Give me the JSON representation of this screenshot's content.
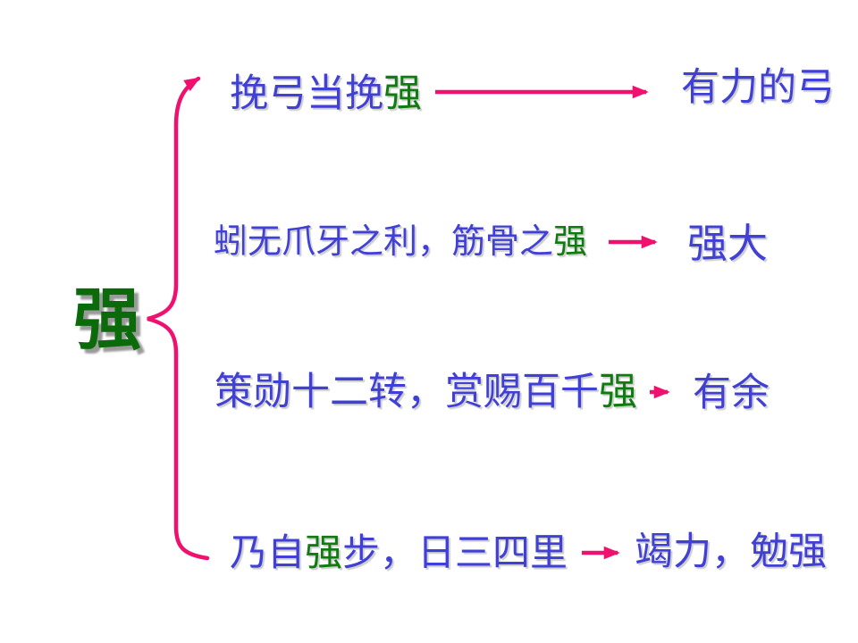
{
  "slide": {
    "background_color": "#FFFFFF",
    "type": "brace-map"
  },
  "root_character": {
    "text": "强",
    "color": "#0B6B0B",
    "shadow_color": "#9A9A9A"
  },
  "colors": {
    "phrase_blue": "#4040D6",
    "highlight_green": "#0E7C0E",
    "connector_pink": "#F0106E"
  },
  "rows": [
    {
      "phrase": [
        {
          "text": "挽弓当挽",
          "color": "blue"
        },
        {
          "text": "强",
          "color": "green"
        }
      ],
      "meaning": "有力的弓"
    },
    {
      "phrase": [
        {
          "text": "蚓无爪牙之利，筋骨之",
          "color": "blue"
        },
        {
          "text": "强",
          "color": "green"
        }
      ],
      "meaning": "强大"
    },
    {
      "phrase": [
        {
          "text": "策勋十二转，赏赐百千",
          "color": "blue"
        },
        {
          "text": "强",
          "color": "green"
        }
      ],
      "meaning": "有余"
    },
    {
      "phrase": [
        {
          "text": "乃自",
          "color": "blue"
        },
        {
          "text": "强",
          "color": "green"
        },
        {
          "text": "步，日三四里",
          "color": "blue"
        }
      ],
      "meaning": "竭力，勉强"
    }
  ]
}
